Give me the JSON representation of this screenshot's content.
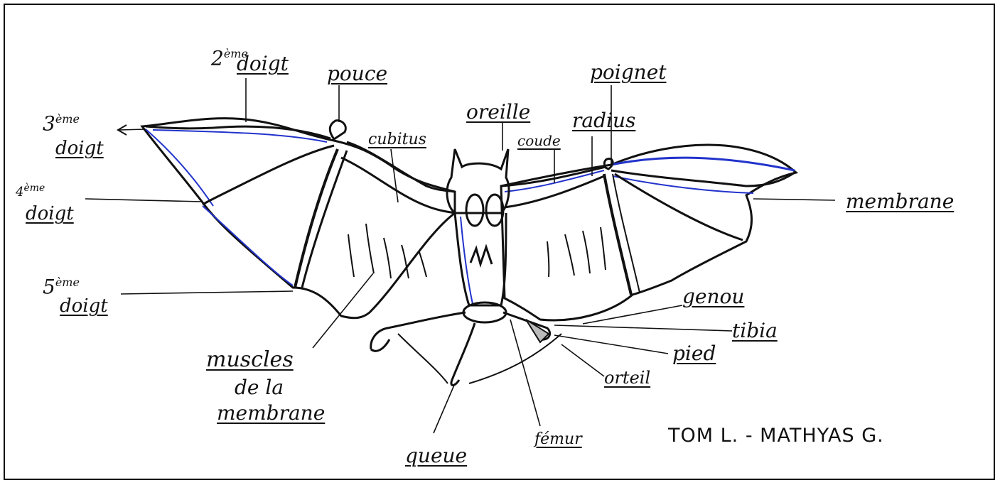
{
  "labels": {
    "doigt2_num": "2",
    "doigt2_sup": "ème",
    "doigt2_word": "doigt",
    "pouce": "pouce",
    "doigt3_num": "3",
    "doigt3_sup": "ème",
    "doigt3_word": "doigt",
    "cubitus": "cubitus",
    "oreille": "oreille",
    "coude": "coude",
    "poignet": "poignet",
    "radius": "radius",
    "doigt4_num": "4",
    "doigt4_sup": "ème",
    "doigt4_word": "doigt",
    "membrane": "membrane",
    "doigt5_num": "5",
    "doigt5_sup": "ème",
    "doigt5_word": "doigt",
    "genou": "genou",
    "tibia": "tibia",
    "pied": "pied",
    "orteil": "orteil",
    "muscles_line1": "muscles",
    "muscles_line2": "de la",
    "muscles_line3": "membrane",
    "queue": "queue",
    "femur": "fémur"
  },
  "signature": "TOM L. - MATHYAS G.",
  "colors": {
    "ink": "#111111",
    "blue": "#2233cc",
    "grey": "#9a9a9a"
  }
}
